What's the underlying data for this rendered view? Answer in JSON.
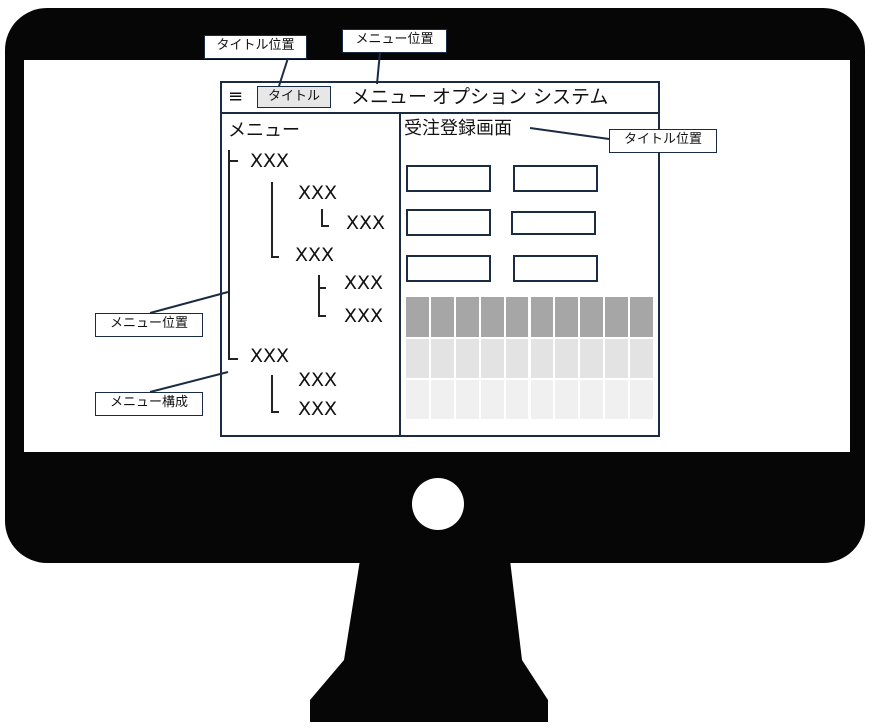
{
  "app": {
    "hamburger_glyph": "≡",
    "title_button": "タイトル",
    "menus": [
      "メニュー",
      "オプション",
      "システム"
    ]
  },
  "sidebar": {
    "heading": "メニュー",
    "tree": [
      {
        "label": "XXX",
        "level": 1
      },
      {
        "label": "XXX",
        "level": 2
      },
      {
        "label": "XXX",
        "level": 3
      },
      {
        "label": "XXX",
        "level": 2
      },
      {
        "label": "XXX",
        "level": 3
      },
      {
        "label": "XXX",
        "level": 3
      },
      {
        "label": "XXX",
        "level": 1
      },
      {
        "label": "XXX",
        "level": 2
      },
      {
        "label": "XXX",
        "level": 2
      }
    ]
  },
  "main": {
    "screen_title": "受注登録画面",
    "grid": {
      "columns": 10,
      "rows": 3,
      "header_color": "#a6a6a6",
      "row_colors": [
        "#e3e3e3",
        "#f0f0f0"
      ]
    }
  },
  "callouts": {
    "title_position_top": "タイトル位置",
    "menu_position_top": "メニュー位置",
    "title_position_right": "タイトル位置",
    "menu_position_left": "メニュー位置",
    "menu_structure": "メニュー構成"
  },
  "colors": {
    "monitor": "#060606",
    "frame": "#1a2c44"
  }
}
